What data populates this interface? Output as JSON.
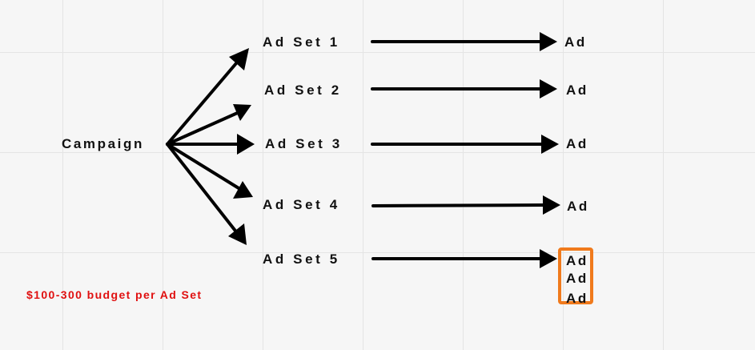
{
  "diagram": {
    "root": "Campaign",
    "ad_sets": [
      "Ad Set 1",
      "Ad Set 2",
      "Ad Set 3",
      "Ad Set 4",
      "Ad Set 5"
    ],
    "ads": [
      "Ad",
      "Ad",
      "Ad",
      "Ad"
    ],
    "boxed_ads": [
      "Ad",
      "Ad",
      "Ad"
    ],
    "note": "$100-300 budget per Ad Set"
  },
  "colors": {
    "arrow": "#000000",
    "highlight_box": "#f07a1c",
    "note_text": "#e01010",
    "background": "#f6f6f6",
    "grid": "#e4e4e4"
  }
}
